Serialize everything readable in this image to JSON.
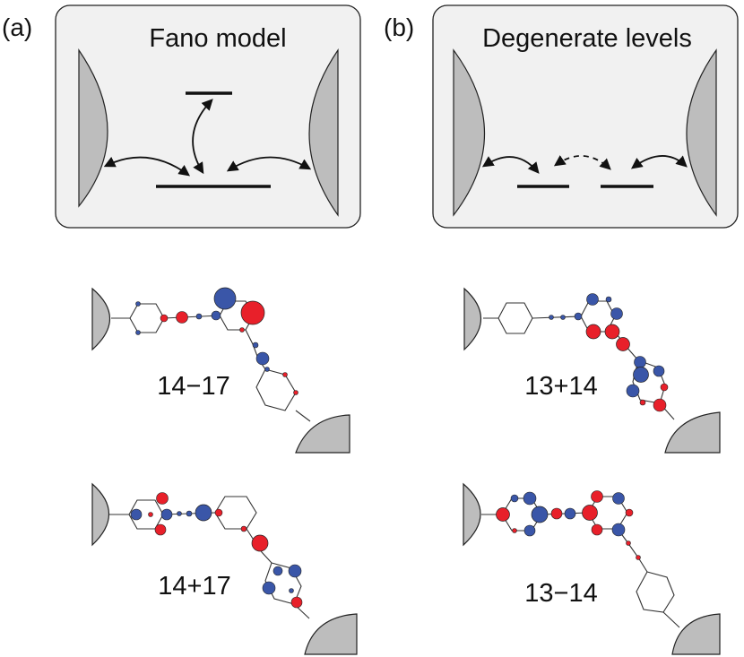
{
  "panels": [
    {
      "tag": "(a)",
      "title": "Fano model"
    },
    {
      "tag": "(b)",
      "title": "Degenerate levels"
    }
  ],
  "molecules": [
    {
      "label": "14−17"
    },
    {
      "label": "13+14"
    },
    {
      "label": "14+17"
    },
    {
      "label": "13−14"
    }
  ],
  "colors": {
    "positive": "#e8202a",
    "negative": "#3a56a8",
    "lead": "#bdbdbd",
    "panel_bg": "#f1f1f1"
  }
}
